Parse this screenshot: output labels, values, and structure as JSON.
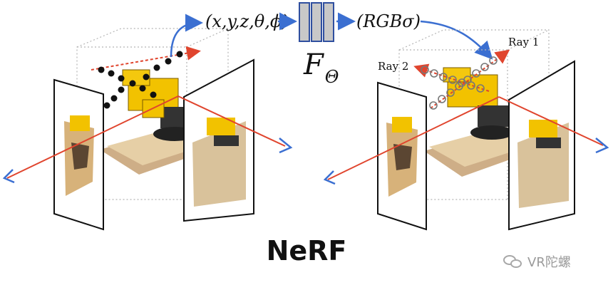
{
  "network": {
    "input_label": "(x,y,z,θ,ϕ)",
    "output_label": "(RGBσ)",
    "function_base": "F",
    "function_sub": "Θ"
  },
  "rays": {
    "ray1": "Ray 1",
    "ray2": "Ray 2"
  },
  "title": "NeRF",
  "watermark": {
    "text": "VR陀螺",
    "icon": "wechat-icon"
  },
  "colors": {
    "ray": "#e0452e",
    "arrow_blue": "#3b6fd1",
    "network_block": "#c8c8c8",
    "network_border": "#2f4f9f",
    "sample_dot": "#111111"
  }
}
